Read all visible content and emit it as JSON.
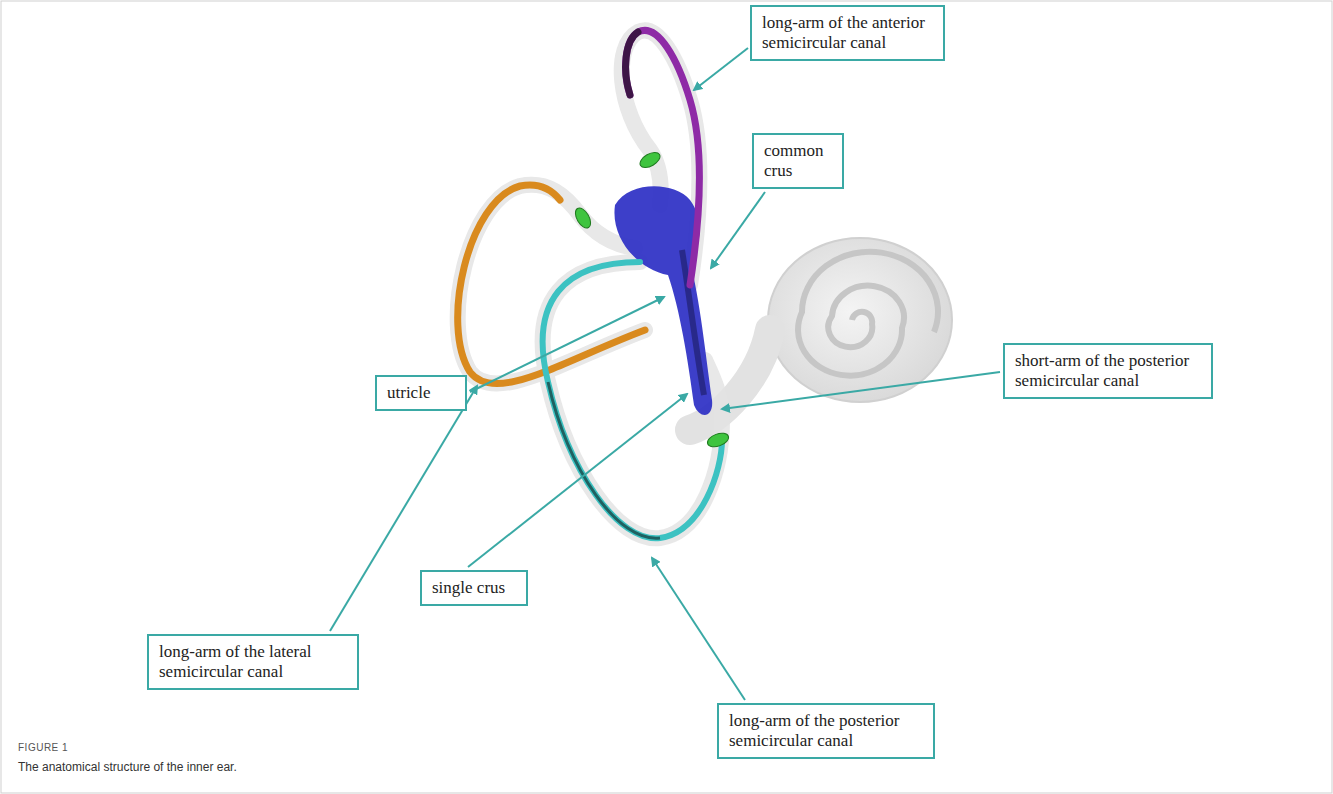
{
  "diagram": {
    "caption": "The anatomical structure of the inner ear.",
    "nodes": [
      {
        "text": [
          "long-arm of the anterior semicircular canal"
        ]
      },
      {
        "text": [
          "common crus"
        ]
      },
      {
        "text": [
          "utricle"
        ]
      },
      {
        "text": [
          "short-arm of the posterior semicircular canal"
        ]
      },
      {
        "text": [
          "single crus"
        ]
      },
      {
        "text": [
          "long-arm of the lateral semicircular canal"
        ]
      },
      {
        "text": [
          "long-arm of the posterior semicircular canal"
        ]
      }
    ],
    "labels": [
      "FIGURE 1"
    ]
  }
}
